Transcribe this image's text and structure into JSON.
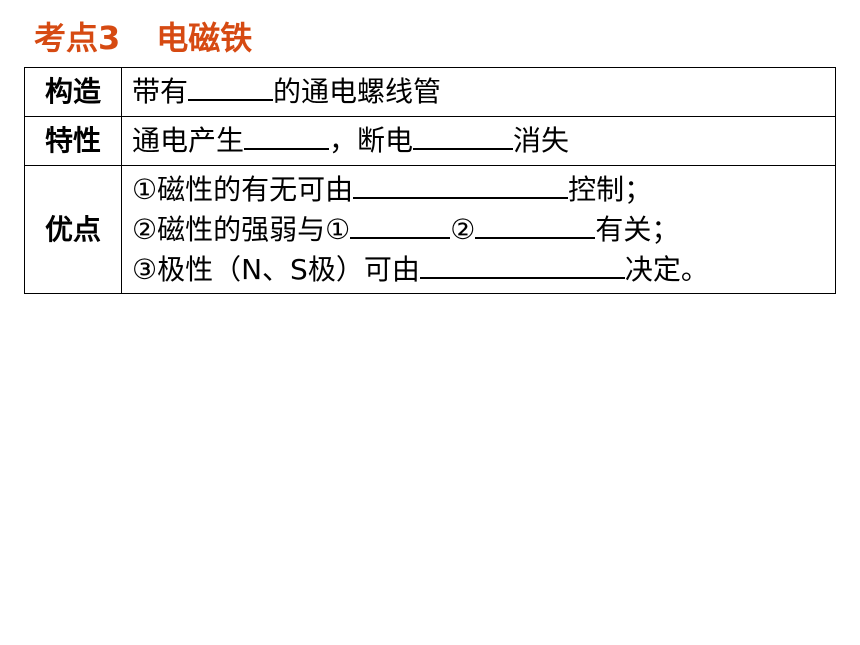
{
  "title": {
    "label": "考点3",
    "topic": "电磁铁"
  },
  "table": {
    "rows": [
      {
        "head": "构造",
        "lines": [
          {
            "before": "带有",
            "after": "的通电螺线管"
          }
        ]
      },
      {
        "head": "特性",
        "lines": [
          {
            "before": "通电产生",
            "middle": "，断电",
            "after": "消失"
          }
        ]
      },
      {
        "head": "优点",
        "lines": [
          {
            "before": "①磁性的有无可由",
            "after": "控制；"
          },
          {
            "before": "②磁性的强弱与①",
            "middle": "②",
            "after": "有关；"
          },
          {
            "before": "③极性（N、S极）可由",
            "after": "决定。"
          }
        ]
      }
    ]
  },
  "colors": {
    "title": "#d64a12",
    "text": "#000000",
    "border": "#000000",
    "background": "#ffffff"
  }
}
